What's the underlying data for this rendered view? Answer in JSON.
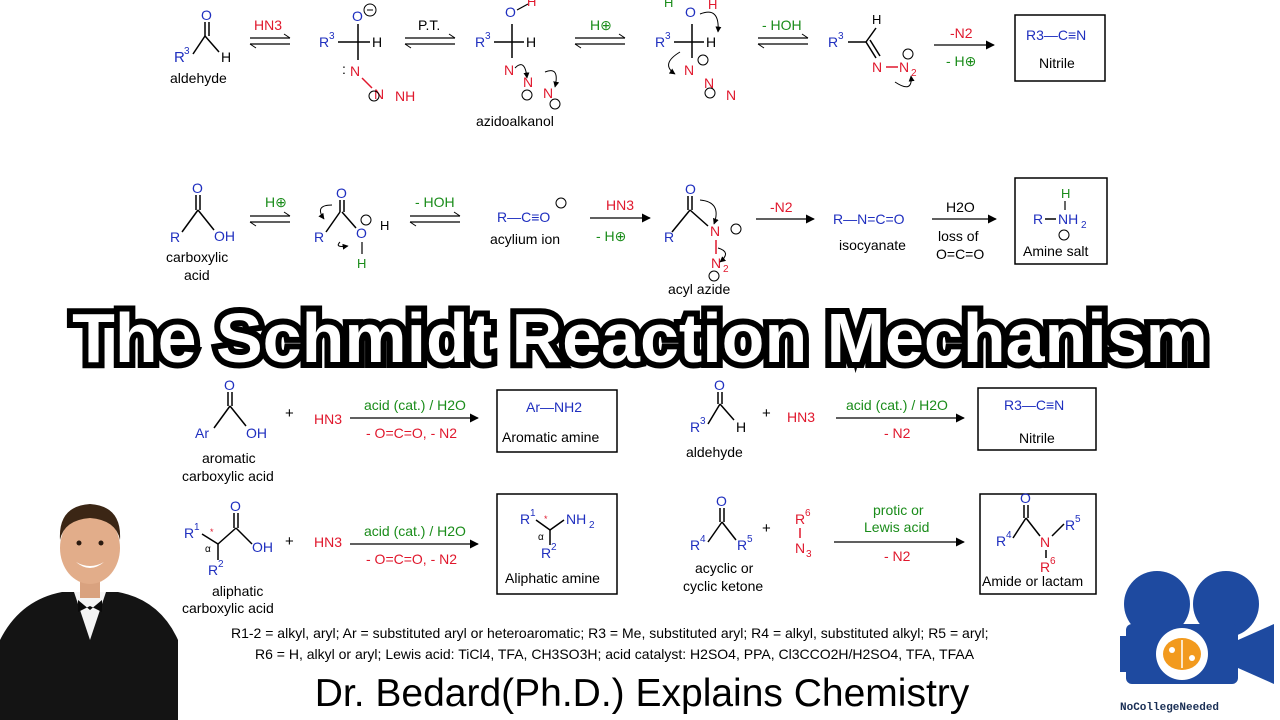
{
  "colors": {
    "blue": "#1f2fbf",
    "red": "#e0182d",
    "green": "#1a8c1a",
    "black": "#000000",
    "logo_blue": "#1e4aa0",
    "logo_orange": "#f29a1e"
  },
  "title": "The Schmidt Reaction Mechanism",
  "subtitle": "Dr. Bedard(Ph.D.) Explains Chemistry",
  "logo": {
    "icon": "film-camera-brain-icon",
    "text": "NoCollegeNeeded"
  },
  "row1": {
    "aldehyde_label": "aldehyde",
    "reagent_hn3": "HN3",
    "pt_label": "P.T.",
    "azidoalkanol_label": "azidoalkanol",
    "h_plus": "H⊕",
    "minus_hoh": "- HOH",
    "minus_n2": "-N2",
    "minus_h": "- H⊕",
    "product_formula": "R3—C≡N",
    "product_name": "Nitrile"
  },
  "row2": {
    "acid_label_1": "carboxylic",
    "acid_label_2": "acid",
    "h_plus": "H⊕",
    "minus_hoh": "- HOH",
    "acylium_formula": "R—C≡O",
    "acylium_label": "acylium ion",
    "reagent_hn3": "HN3",
    "minus_h": "- H⊕",
    "acyl_azide_label": "acyl azide",
    "minus_n2": "-N2",
    "isocyanate_formula": "R—N=C=O",
    "isocyanate_label": "isocyanate",
    "water": "H2O",
    "loss_of": "loss of",
    "co2": "O=C=O",
    "product_name": "Amine salt"
  },
  "summary": {
    "aromatic": {
      "label_1": "aromatic",
      "label_2": "carboxylic acid",
      "reagent": "HN3",
      "cond_top": "acid (cat.) / H2O",
      "cond_bottom": "- O=C=O,  - N2",
      "product_formula": "Ar—NH2",
      "product_name": "Aromatic amine"
    },
    "aldehyde": {
      "label": "aldehyde",
      "reagent": "HN3",
      "cond_top": "acid (cat.) / H2O",
      "cond_bottom": "- N2",
      "product_formula": "R3—C≡N",
      "product_name": "Nitrile"
    },
    "aliphatic": {
      "label_1": "aliphatic",
      "label_2": "carboxylic acid",
      "reagent": "HN3",
      "cond_top": "acid (cat.) / H2O",
      "cond_bottom": "- O=C=O,  - N2",
      "product_name": "Aliphatic amine"
    },
    "ketone": {
      "label_1": "acyclic or",
      "label_2": "cyclic ketone",
      "cond_top_1": "protic or",
      "cond_top_2": "Lewis acid",
      "cond_bottom": "- N2",
      "product_name": "Amide or lactam"
    }
  },
  "footnote": {
    "line1": "R1-2 = alkyl, aryl; Ar = substituted aryl or heteroaromatic; R3 = Me, substituted aryl; R4 = alkyl, substituted alkyl; R5 = aryl;",
    "line2": "R6 = H, alkyl or aryl; Lewis acid: TiCl4, TFA, CH3SO3H; acid catalyst: H2SO4, PPA, Cl3CCO2H/H2SO4, TFA, TFAA"
  }
}
